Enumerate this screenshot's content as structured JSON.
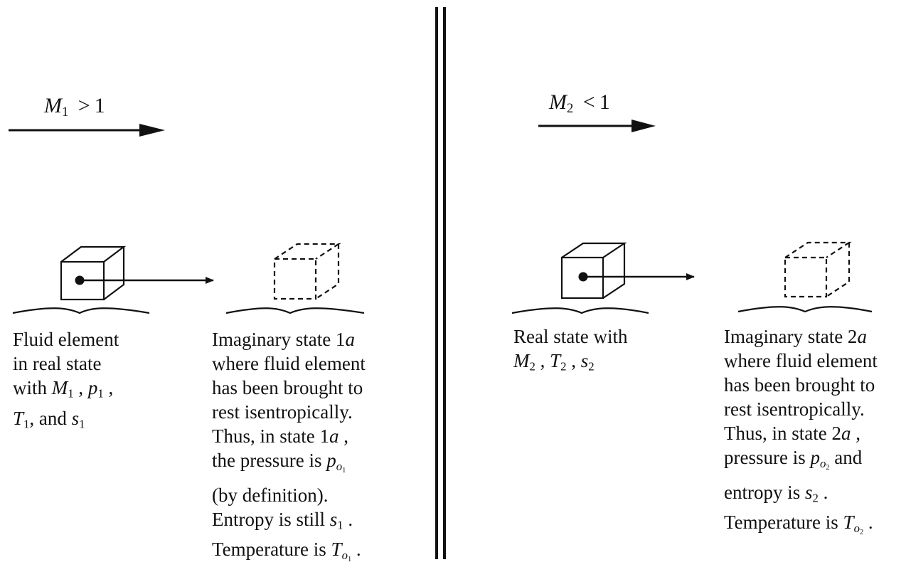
{
  "left": {
    "mach": {
      "var": "M",
      "sub": "1",
      "op": ">",
      "val": "1"
    },
    "real_caption": {
      "line1": "Fluid element",
      "line2": "in real state",
      "line3_prefix": "with ",
      "line4_and": ", and "
    },
    "imag_caption": {
      "line1_text": "Imaginary state 1",
      "line1_italic": "a",
      "line2": "where fluid element",
      "line3": "has been brought to",
      "line4": "rest isentropically.",
      "line5_text": "Thus, in state 1",
      "line5_italic": "a",
      "line6_text": "the pressure is ",
      "line7": "(by definition).",
      "line8_text": "Entropy is still ",
      "line9_text": "Temperature is "
    }
  },
  "right": {
    "mach": {
      "var": "M",
      "sub": "2",
      "op": "<",
      "val": "1"
    },
    "real_caption": {
      "line1": "Real state with"
    },
    "imag_caption": {
      "line1_text": "Imaginary state 2",
      "line1_italic": "a",
      "line2": "where fluid element",
      "line3": "has been brought to",
      "line4": "rest isentropically.",
      "line5_text": "Thus, in state 2",
      "line5_italic": "a",
      "line6_text": "pressure is ",
      "line6_and": " and",
      "line7_text": "entropy is ",
      "line8_text": "Temperature is "
    }
  }
}
